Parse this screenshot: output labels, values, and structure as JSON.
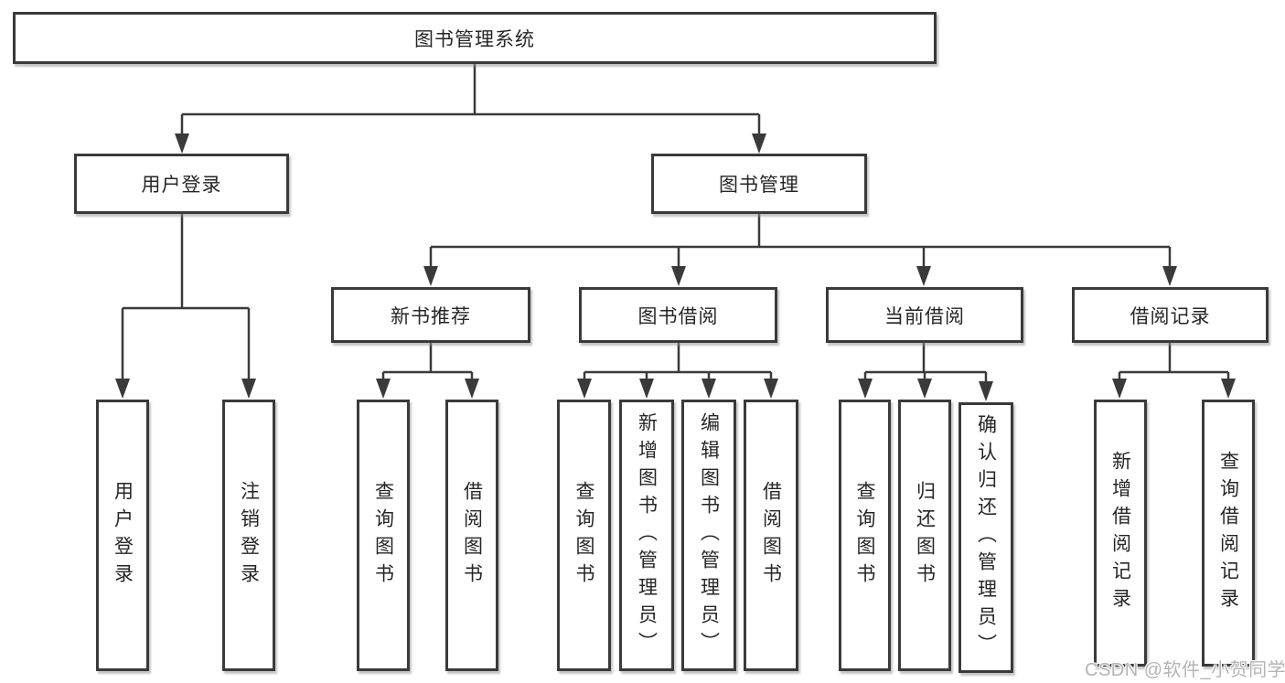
{
  "tree": {
    "root": {
      "label": "图书管理系统"
    },
    "children": [
      {
        "label": "用户登录",
        "children": [
          {
            "label": "用户登录"
          },
          {
            "label": "注销登录"
          }
        ]
      },
      {
        "label": "图书管理",
        "children": [
          {
            "label": "新书推荐",
            "children": [
              {
                "label": "查询图书"
              },
              {
                "label": "借阅图书"
              }
            ]
          },
          {
            "label": "图书借阅",
            "children": [
              {
                "label": "查询图书"
              },
              {
                "label": "新增图书（管理员）"
              },
              {
                "label": "编辑图书（管理员）"
              },
              {
                "label": "借阅图书"
              }
            ]
          },
          {
            "label": "当前借阅",
            "children": [
              {
                "label": "查询图书"
              },
              {
                "label": "归还图书"
              },
              {
                "label": "确认归还（管理员）"
              }
            ]
          },
          {
            "label": "借阅记录",
            "children": [
              {
                "label": "新增借阅记录"
              },
              {
                "label": "查询借阅记录"
              }
            ]
          }
        ]
      }
    ]
  },
  "watermark": {
    "text": "CSDN @软件_小贺同学"
  },
  "colors": {
    "background": "#ffffff",
    "line": "#3a3a3a",
    "box_border": "#3a3a3a",
    "text": "#262626",
    "watermark": "#b4b4b4"
  }
}
